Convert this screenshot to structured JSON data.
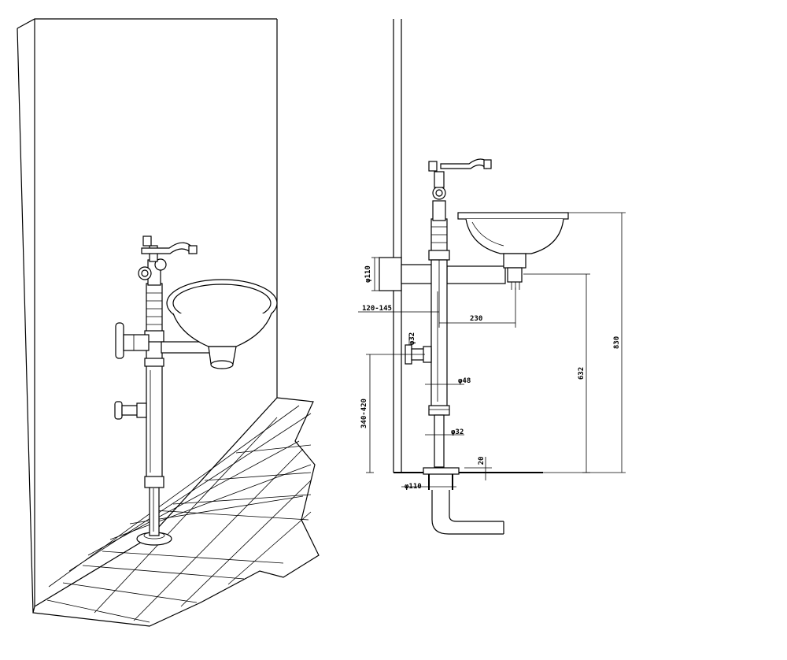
{
  "drawing": {
    "dims": {
      "wall_flange_dia": "φ110",
      "wall_offset": "120-145",
      "sink_projection": "230",
      "side_inlet_dia": "φ32",
      "pipe_dia": "φ48",
      "drain_pipe_dia": "φ32",
      "inlet_height": "340-420",
      "outlet_height": "632",
      "total_height": "830",
      "floor_gap": "20",
      "floor_drain_dia": "φ110"
    }
  }
}
